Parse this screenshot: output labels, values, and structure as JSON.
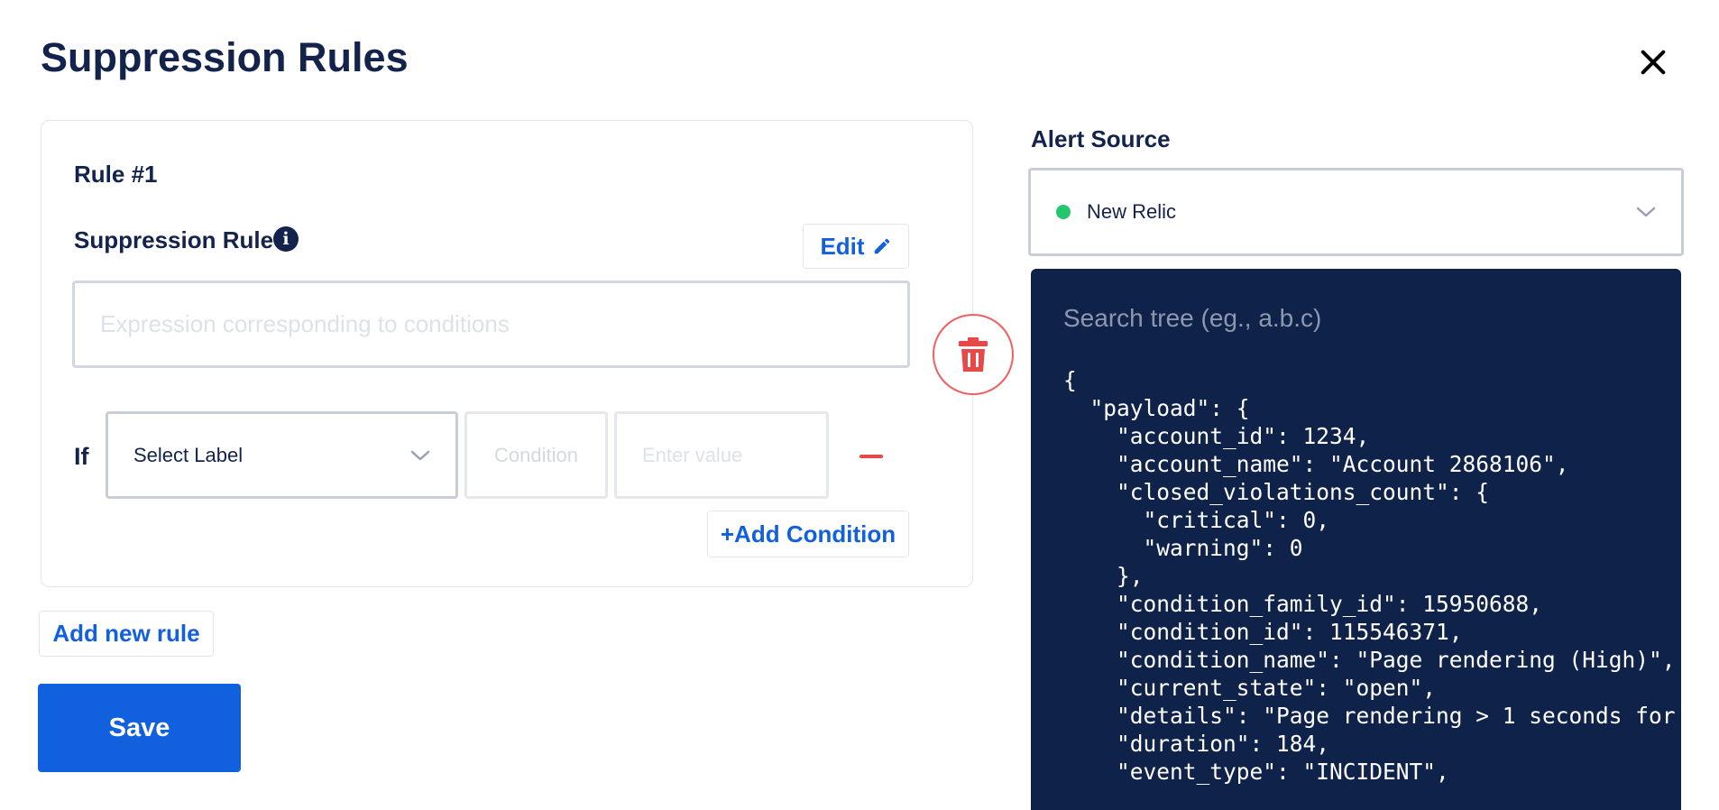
{
  "header": {
    "title": "Suppression Rules",
    "close_icon": "close-icon"
  },
  "rule": {
    "title": "Rule #1",
    "suppression_label": "Suppression Rule",
    "info_icon": "i",
    "edit_label": "Edit",
    "expression_placeholder": "Expression corresponding to conditions",
    "expression_value": "",
    "condition": {
      "if_label": "If",
      "label_select": "Select Label",
      "condition_placeholder": "Condition",
      "value_placeholder": "Enter value"
    },
    "add_condition_label": "+Add Condition"
  },
  "actions": {
    "add_rule_label": "Add new rule",
    "save_label": "Save"
  },
  "alert_source": {
    "label": "Alert Source",
    "selected": "New Relic",
    "status_color": "#23c56d",
    "search_placeholder": "Search tree (eg., a.b.c)",
    "json_text": "{\n  \"payload\": {\n    \"account_id\": 1234,\n    \"account_name\": \"Account 2868106\",\n    \"closed_violations_count\": {\n      \"critical\": 0,\n      \"warning\": 0\n    },\n    \"condition_family_id\": 15950688,\n    \"condition_id\": 115546371,\n    \"condition_name\": \"Page rendering (High)\",\n    \"current_state\": \"open\",\n    \"details\": \"Page rendering > 1 seconds for\n    \"duration\": 184,\n    \"event_type\": \"INCIDENT\","
  },
  "colors": {
    "primary": "#1160dd",
    "title": "#13234b",
    "danger": "#e94848",
    "tree_bg": "#0f2249"
  }
}
